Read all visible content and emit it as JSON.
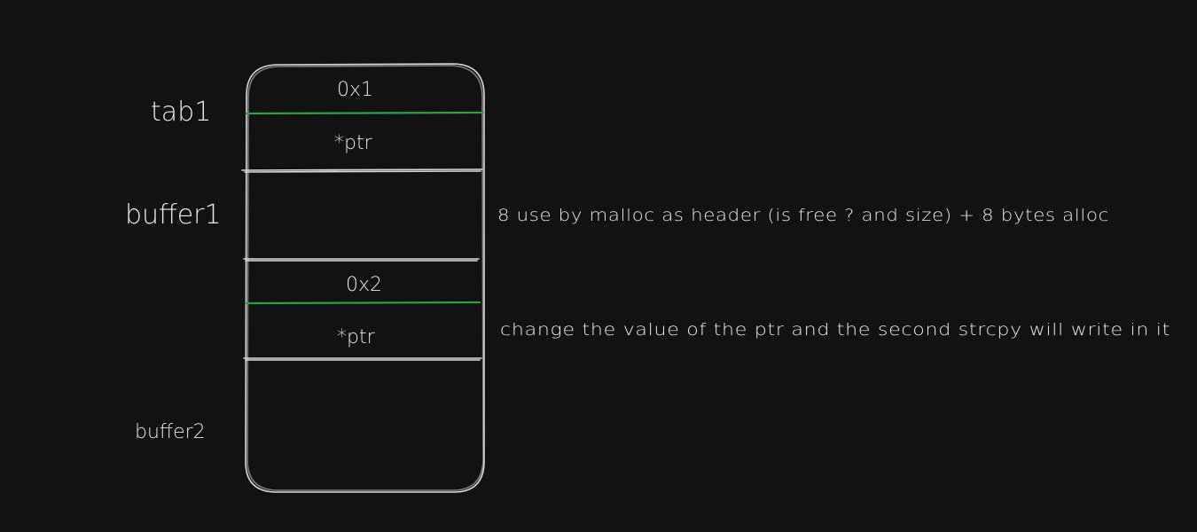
{
  "colors": {
    "background": "#121212",
    "stroke": "#d9d9d9",
    "text": "#e8e8e8",
    "separator": "#2f9e44"
  },
  "labels": {
    "tab1": "tab1",
    "buffer1": "buffer1",
    "buffer2": "buffer2"
  },
  "cells": {
    "tab1_value": "0x1",
    "tab1_ptr": "*ptr",
    "tab2_value": "0x2",
    "tab2_ptr": "*ptr"
  },
  "notes": {
    "buffer1_note": "8 use by malloc as header (is free ? and size) + 8 bytes alloc",
    "ptr_note": "change the value of the ptr and the second strcpy will write in it"
  }
}
